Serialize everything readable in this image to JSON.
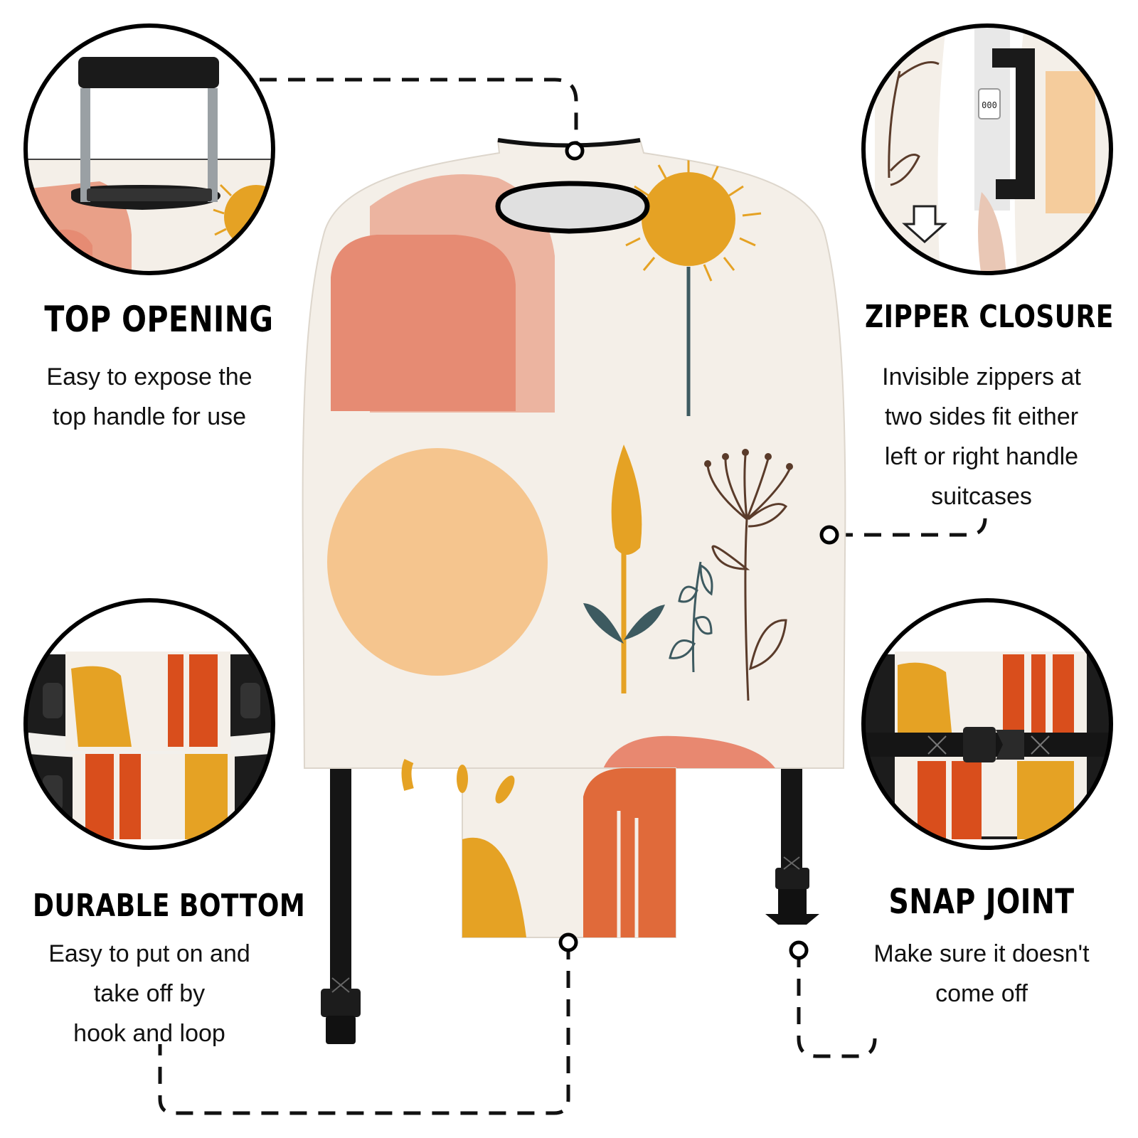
{
  "features": {
    "top_opening": {
      "title": "TOP OPENING",
      "lines": [
        "Easy to expose the",
        "top handle for use"
      ]
    },
    "zipper_closure": {
      "title": "ZIPPER CLOSURE",
      "lines": [
        "Invisible zippers at",
        "two sides fit either",
        "left or right handle",
        "suitcases"
      ]
    },
    "durable_bottom": {
      "title": "DURABLE BOTTOM",
      "lines": [
        "Easy to put on and",
        "take off by",
        "hook and loop"
      ]
    },
    "snap_joint": {
      "title": "SNAP JOINT",
      "lines": [
        "Make sure it doesn't",
        "come off"
      ]
    }
  },
  "lock_code": "000",
  "colors": {
    "cover_bg": "#f4efe8",
    "coral": "#e68b73",
    "coral_texture": "#e9a088",
    "peach": "#f5c58e",
    "mustard": "#e5a224",
    "teal": "#3d5a60",
    "brown": "#5a3b2a",
    "burnt_orange": "#d94e1c",
    "strap": "#151515"
  }
}
